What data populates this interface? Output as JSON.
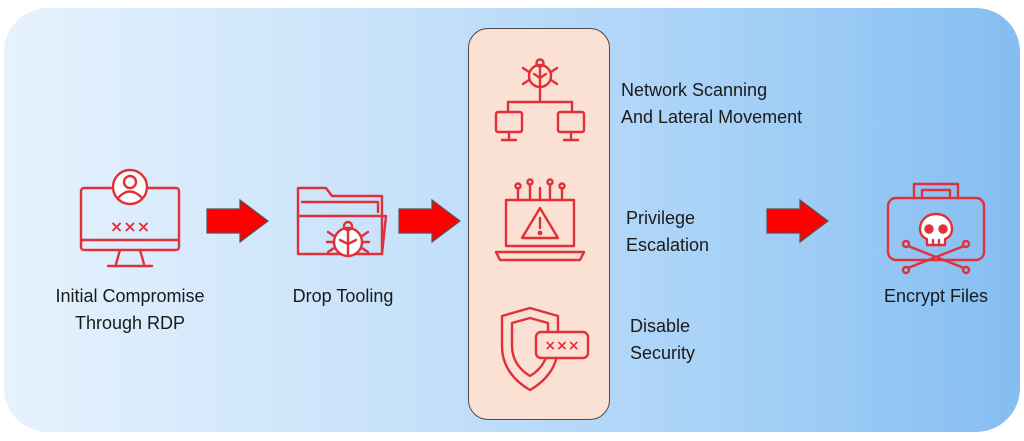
{
  "steps": {
    "initial_compromise": "Initial Compromise\nThrough RDP",
    "drop_tooling": "Drop Tooling",
    "network_scanning": "Network Scanning\nAnd Lateral Movement",
    "privilege_escalation": "Privilege\nEscalation",
    "disable_security": "Disable\nSecurity",
    "encrypt_files": "Encrypt Files"
  },
  "icon_text": {
    "password_mask": "×××"
  },
  "colors": {
    "icon_red": "#e0313a",
    "arrow_red": "#ff0000",
    "stage_fill": "#fbe0d4",
    "panel_start": "#e6f2fd",
    "panel_end": "#85bdf1"
  },
  "icons": {
    "monitor": "monitor-user-password-icon",
    "folder": "folder-bug-icon",
    "network": "network-bug-icon",
    "laptop": "laptop-warning-icon",
    "shield": "shield-password-icon",
    "briefcase": "briefcase-skull-icon"
  }
}
